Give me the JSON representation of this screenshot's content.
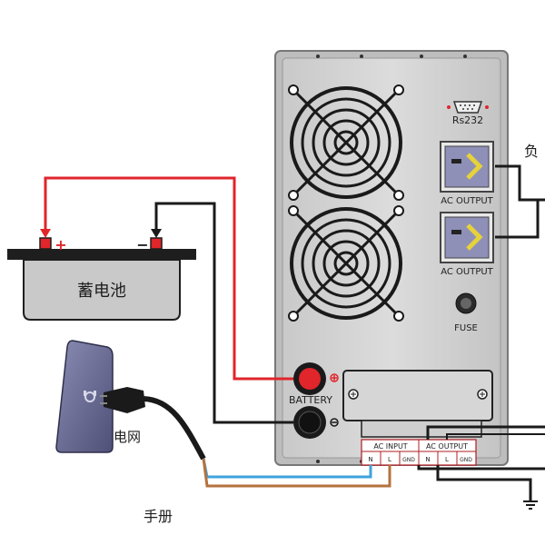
{
  "labels": {
    "rs232": "Rs232",
    "ac_output_top": "AC OUTPUT",
    "ac_output_bottom": "AC OUTPUT",
    "fuse": "FUSE",
    "battery": "BATTERY",
    "battery_box": "蓄电池",
    "mains": "电网",
    "load": "负",
    "plus_sign": "+",
    "minus_sign": "−",
    "terminal_ac_input": "AC  INPUT",
    "terminal_ac_output": "AC  OUTPUT",
    "terminal_n": "N",
    "terminal_l": "L",
    "terminal_gnd": "GND",
    "terminal_n2": "N",
    "terminal_l2": "L",
    "terminal_gnd2": "GND",
    "bottom_partial": "手册"
  },
  "colors": {
    "wire_red": "#e0252b",
    "wire_black": "#1a1a1a",
    "wire_blue": "#3ea3dc",
    "wire_brown": "#b5723c",
    "panel_fill": "#d4d4d4",
    "battery_fill": "#c9c9c9",
    "outlet_fill": "#6d6e96"
  }
}
